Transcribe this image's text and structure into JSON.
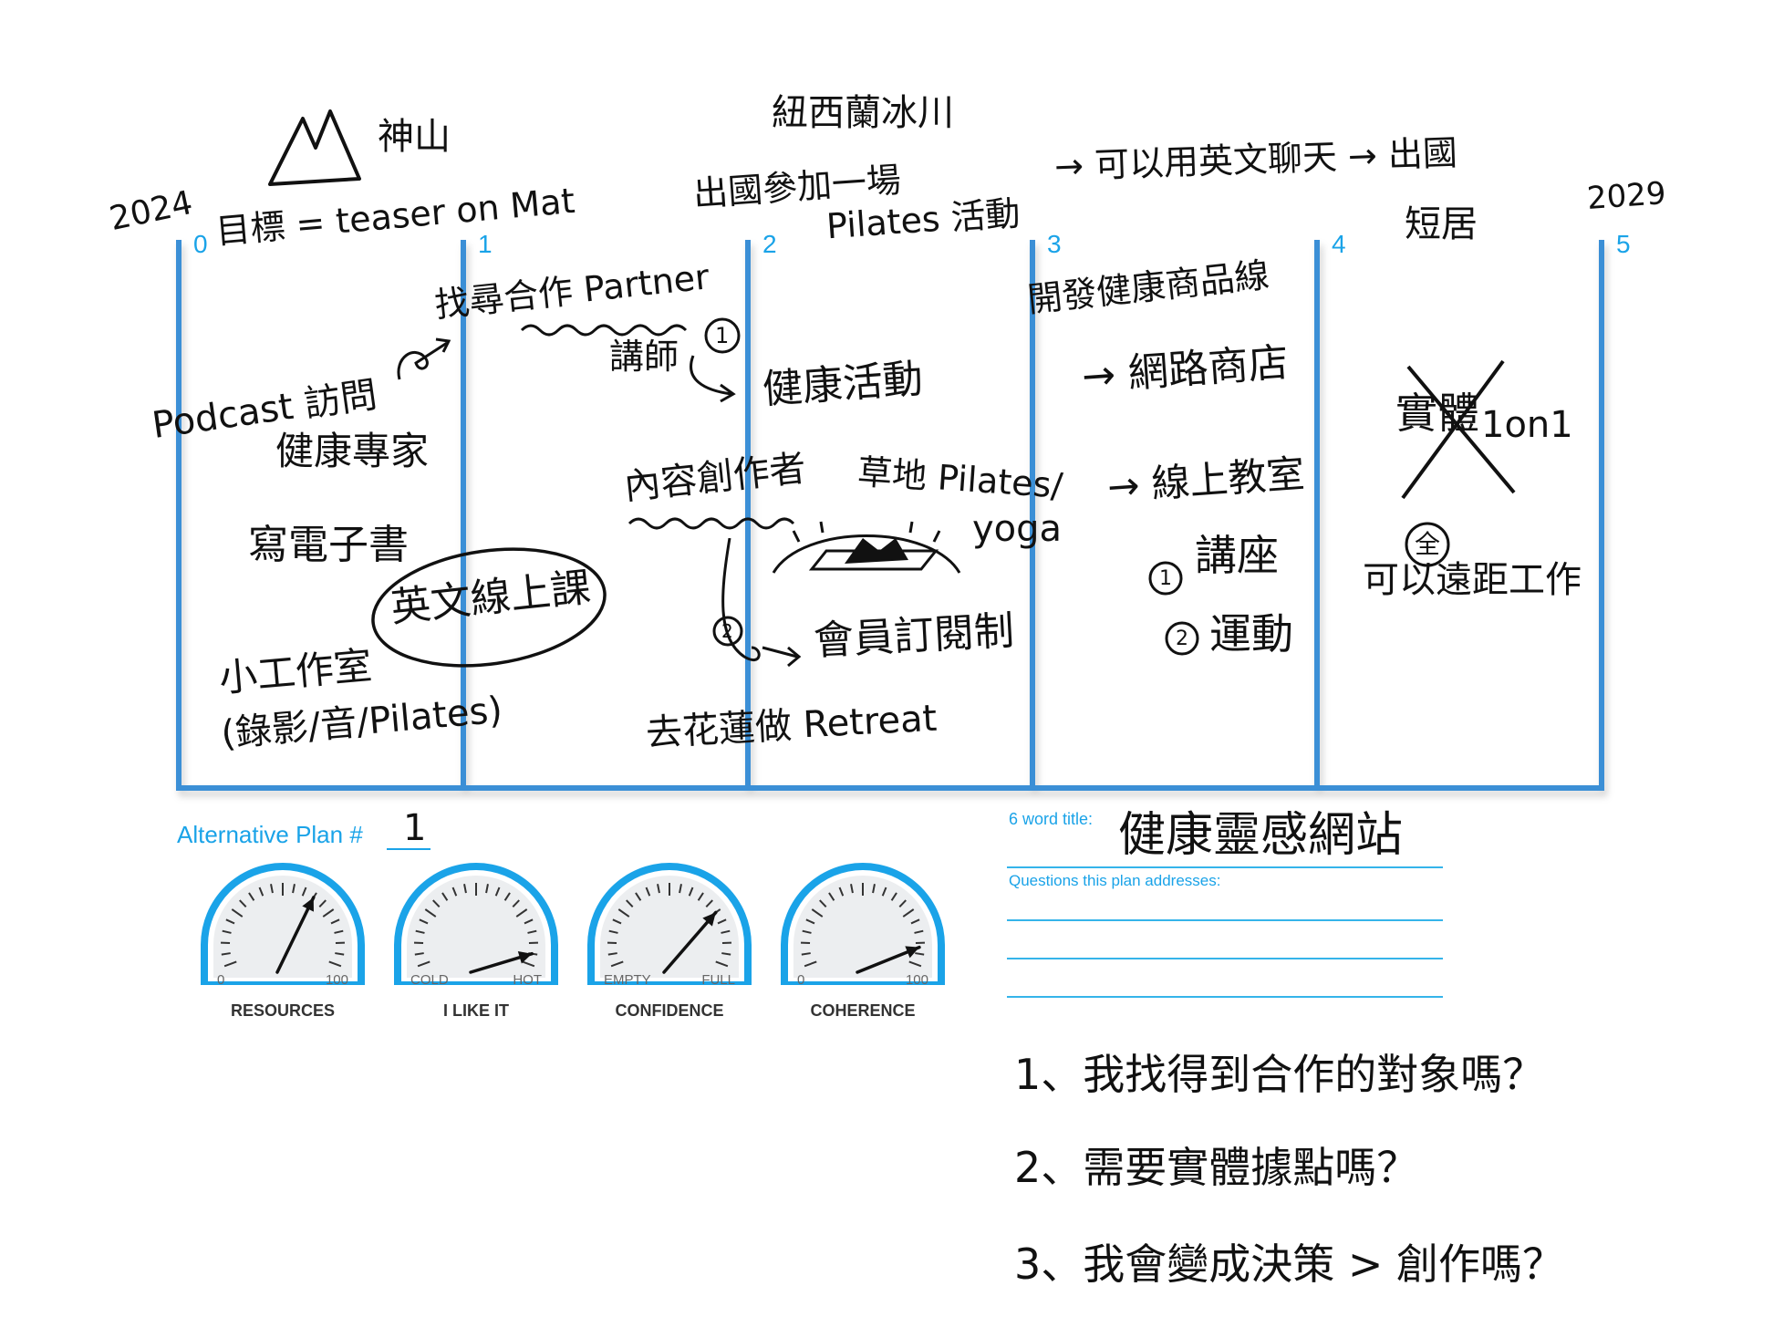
{
  "timeline": {
    "start_year": "2024",
    "end_year": "2029",
    "numbers": [
      "0",
      "1",
      "2",
      "3",
      "4",
      "5"
    ]
  },
  "notes": {
    "mountain": "神山",
    "goal": "目標 = teaser on Mat",
    "nz": "紐西蘭冰川",
    "abroad_event_1": "出國參加一場",
    "abroad_event_2": "Pilates 活動",
    "english_chat": "→ 可以用英文聊天 → 出國",
    "short_stay": "短居",
    "find_partner": "找尋合作 Partner",
    "podcast_1": "Podcast 訪問",
    "podcast_2": "健康專家",
    "ebook": "寫電子書",
    "course": "英文線上課",
    "studio_1": "小工作室",
    "studio_2": "(錄影/音/Pilates)",
    "lecturer": "講師",
    "lecturer_num": "1",
    "health_event": "健康活動",
    "creator": "內容創作者",
    "lawn": "草地 Pilates/",
    "yoga": "yoga",
    "membership_num": "2",
    "membership": "會員訂閱制",
    "retreat": "去花蓮做 Retreat",
    "product_line": "開發健康商品線",
    "online_store": "→ 網路商店",
    "online_class": "→ 線上教室",
    "seminar_num": "1",
    "seminar": "講座",
    "exercise_num": "2",
    "exercise": "運動",
    "physical": "實體",
    "one_on_one": "1on1",
    "full_badge": "全",
    "remote": "可以遠距工作"
  },
  "plan": {
    "alt_label": "Alternative Plan #",
    "alt_number": "1",
    "six_word_label": "6 word title:",
    "six_word_title": "健康靈感網站",
    "questions_label": "Questions this plan addresses:"
  },
  "gauges": [
    {
      "title": "RESOURCES",
      "low": "0",
      "high": "100",
      "value": 65
    },
    {
      "title": "I LIKE IT",
      "low": "COLD",
      "high": "HOT",
      "value": 95
    },
    {
      "title": "CONFIDENCE",
      "low": "EMPTY",
      "high": "FULL",
      "value": 75
    },
    {
      "title": "COHERENCE",
      "low": "0",
      "high": "100",
      "value": 92
    }
  ],
  "questions": [
    "1、我找得到合作的對象嗎？",
    "2、需要實體據點嗎？",
    "3、我會變成決策 > 創作嗎？"
  ],
  "colors": {
    "accent": "#1aa3e8",
    "frame": "#3a8fd6",
    "ink": "#111111"
  }
}
